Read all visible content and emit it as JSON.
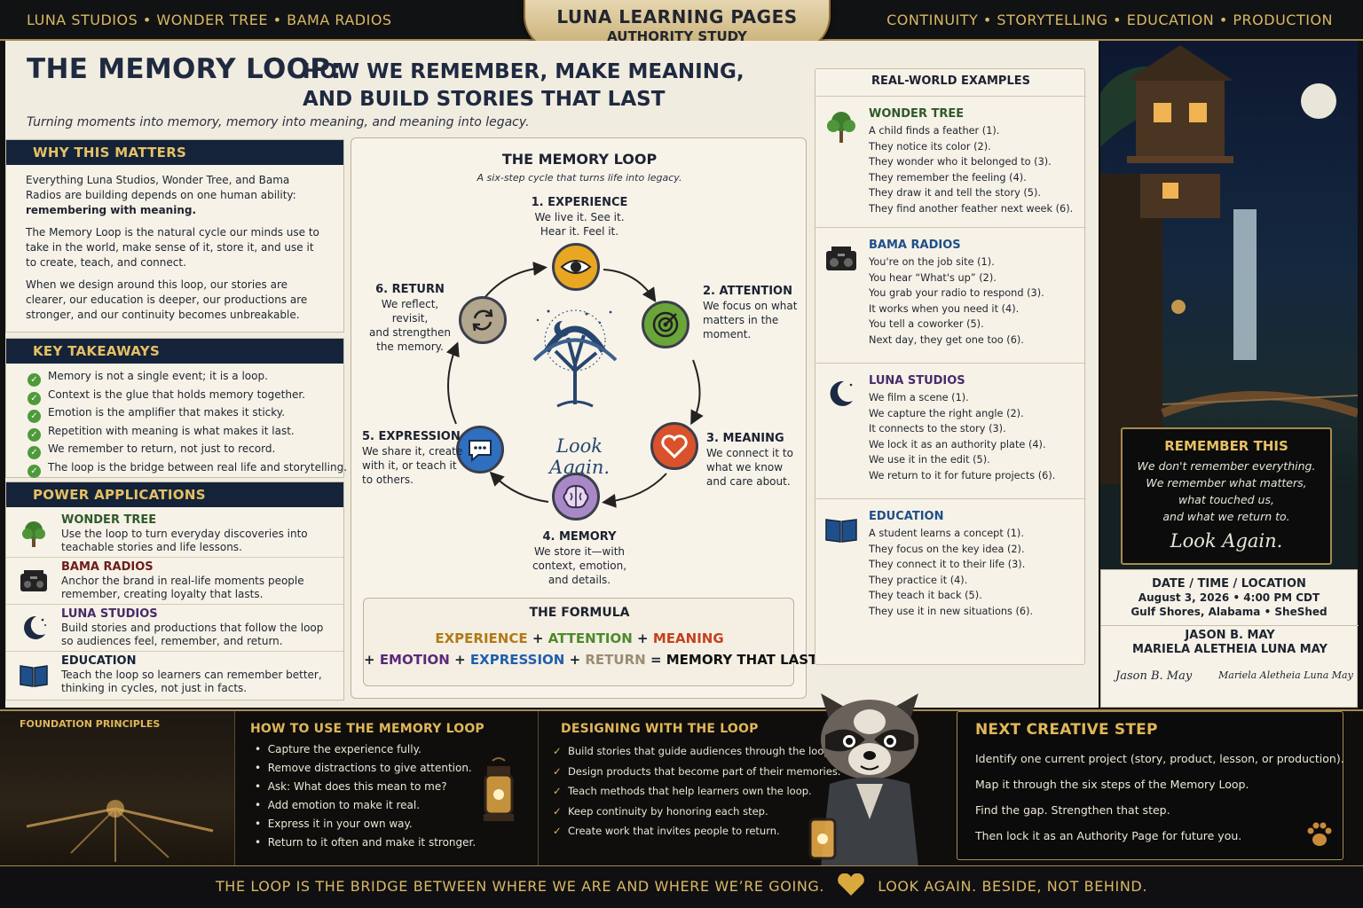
{
  "topbar": {
    "left": "LUNA STUDIOS • WONDER TREE • BAMA RADIOS",
    "right": "CONTINUITY • STORYTELLING • EDUCATION • PRODUCTION"
  },
  "plaque": {
    "line1": "LUNA LEARNING PAGES",
    "line2": "AUTHORITY STUDY"
  },
  "header": {
    "title": "THE MEMORY LOOP:",
    "subtitle_l1": "HOW WE REMEMBER, MAKE MEANING,",
    "subtitle_l2": "AND BUILD STORIES THAT LAST",
    "tagline": "Turning moments into memory, memory into meaning, and meaning into legacy."
  },
  "why": {
    "heading": "WHY THIS MATTERS",
    "p1": "Everything Luna Studios, Wonder Tree, and Bama Radios are building depends on one human ability:",
    "p1_bold": "remembering with meaning.",
    "p2": "The Memory Loop is the natural cycle our minds use to take in the world, make sense of it, store it, and use it to create, teach, and connect.",
    "p3": "When we design around this loop, our stories are clearer, our education is deeper, our productions are stronger, and our continuity becomes unbreakable."
  },
  "takeaways": {
    "heading": "KEY TAKEAWAYS",
    "items": [
      "Memory is not a single event; it is a loop.",
      "Context is the glue that holds memory together.",
      "Emotion is the amplifier that makes it sticky.",
      "Repetition with meaning is what makes it last.",
      "We remember to return, not just to record.",
      "The loop is the bridge between real life and storytelling."
    ]
  },
  "power": {
    "heading": "POWER APPLICATIONS",
    "items": [
      {
        "title": "WONDER TREE",
        "desc": "Use the loop to turn everyday discoveries into teachable stories and life lessons.",
        "color": "#2f5a2a",
        "icon": "tree-icon"
      },
      {
        "title": "BAMA RADIOS",
        "desc": "Anchor the brand in real-life moments people remember, creating loyalty that lasts.",
        "color": "#6e1c1c",
        "icon": "radio-icon"
      },
      {
        "title": "LUNA STUDIOS",
        "desc": "Build stories and productions that follow the loop so audiences feel, remember, and return.",
        "color": "#4a2a6a",
        "icon": "moon-icon"
      },
      {
        "title": "EDUCATION",
        "desc": "Teach the loop so learners can remember better, thinking in cycles, not just in facts.",
        "color": "#14233a",
        "icon": "book-icon"
      }
    ]
  },
  "loop": {
    "title": "THE MEMORY LOOP",
    "subtitle": "A six-step cycle that turns life into legacy.",
    "center": "Look Again.",
    "steps": [
      {
        "label": "1. EXPERIENCE",
        "text": [
          "We live it. See it.",
          "Hear it. Feel it."
        ],
        "color": "#e8a623",
        "icon": "eye-icon"
      },
      {
        "label": "2. ATTENTION",
        "text": [
          "We focus on what",
          "matters in the",
          "moment."
        ],
        "color": "#6aa53a",
        "icon": "target-icon"
      },
      {
        "label": "3. MEANING",
        "text": [
          "We connect it to",
          "what we know",
          "and care about."
        ],
        "color": "#d9522b",
        "icon": "heart-icon"
      },
      {
        "label": "4. MEMORY",
        "text": [
          "We store it—with",
          "context, emotion,",
          "and details."
        ],
        "color": "#a889c6",
        "icon": "brain-icon"
      },
      {
        "label": "5. EXPRESSION",
        "text": [
          "We share it, create",
          "with it, or teach it",
          "to others."
        ],
        "color": "#2f6fc0",
        "icon": "chat-icon"
      },
      {
        "label": "6. RETURN",
        "text": [
          "We reflect, revisit,",
          "and strengthen",
          "the memory."
        ],
        "color": "#b2a68e",
        "icon": "cycle-icon"
      }
    ]
  },
  "formula": {
    "title": "THE FORMULA",
    "t_experience": "EXPERIENCE",
    "t_attention": "ATTENTION",
    "t_meaning": "MEANING",
    "t_emotion": "EMOTION",
    "t_expression": "EXPRESSION",
    "t_return": "RETURN",
    "t_result": "MEMORY THAT LASTS",
    "plus": "+",
    "eq": "="
  },
  "examples": {
    "heading": "REAL-WORLD EXAMPLES",
    "sections": [
      {
        "title": "WONDER TREE",
        "color": "#2f5a2a",
        "icon": "tree-icon",
        "lines": [
          "A child finds a feather (1).",
          "They notice its color (2).",
          "They wonder who it belonged to (3).",
          "They remember the feeling (4).",
          "They draw it and tell the story (5).",
          "They find another feather next week (6)."
        ]
      },
      {
        "title": "BAMA RADIOS",
        "color": "#1f4f8a",
        "icon": "radio-icon",
        "lines": [
          "You're on the job site (1).",
          "You hear “What's up” (2).",
          "You grab your radio to respond (3).",
          "It works when you need it (4).",
          "You tell a coworker (5).",
          "Next day, they get one too (6)."
        ]
      },
      {
        "title": "LUNA STUDIOS",
        "color": "#4a2a6a",
        "icon": "moon-icon",
        "lines": [
          "We film a scene (1).",
          "We capture the right angle (2).",
          "It connects to the story (3).",
          "We lock it as an authority plate (4).",
          "We use it in the edit (5).",
          "We return to it for future projects (6)."
        ]
      },
      {
        "title": "EDUCATION",
        "color": "#1f4f8a",
        "icon": "book-icon",
        "lines": [
          "A student learns a concept (1).",
          "They focus on the key idea (2).",
          "They connect it to their life (3).",
          "They practice it (4).",
          "They teach it back (5).",
          "They use it in new situations (6)."
        ]
      }
    ]
  },
  "remember": {
    "heading": "REMEMBER THIS",
    "lines": [
      "We don't remember everything.",
      "We remember what matters,",
      "what touched us,",
      "and what we return to."
    ],
    "signature": "Look Again."
  },
  "event": {
    "heading": "DATE / TIME / LOCATION",
    "line1": "August 3, 2026  •  4:00 PM CDT",
    "line2": "Gulf Shores, Alabama  •  SheShed",
    "name1": "JASON B. MAY",
    "name2": "MARIELA ALETHEIA LUNA MAY",
    "sig1": "Jason B. May",
    "sig2": "Mariela Aletheia Luna May"
  },
  "bottom": {
    "foundation": "FOUNDATION PRINCIPLES",
    "howto": {
      "heading": "HOW TO USE THE MEMORY LOOP",
      "items": [
        "Capture the experience fully.",
        "Remove distractions to give attention.",
        "Ask: What does this mean to me?",
        "Add emotion to make it real.",
        "Express it in your own way.",
        "Return to it often and make it stronger."
      ]
    },
    "designing": {
      "heading": "DESIGNING WITH THE LOOP",
      "items": [
        "Build stories that guide audiences through the loop.",
        "Design products that become part of their memories.",
        "Teach methods that help learners own the loop.",
        "Keep continuity by honoring each step.",
        "Create work that invites people to return."
      ]
    },
    "next": {
      "heading": "NEXT CREATIVE STEP",
      "items": [
        "Identify one current project (story, product, lesson, or production).",
        "Map it through the six steps of the Memory Loop.",
        "Find the gap. Strengthen that step.",
        "Then lock it as an Authority Page for future you."
      ]
    }
  },
  "footer": {
    "left": "THE LOOP IS THE BRIDGE BETWEEN WHERE WE ARE AND WHERE WE’RE GOING.",
    "right": "LOOK AGAIN. BESIDE, NOT BEHIND."
  },
  "colors": {
    "navy": "#14233a",
    "gold": "#e0b65a",
    "parchment": "#f1ece0",
    "experience": "#b07a16",
    "attention": "#4d8a2c",
    "meaning": "#c4421f",
    "emotion": "#5a2a7a",
    "expression": "#1f5fb0",
    "return": "#9a8d74"
  }
}
